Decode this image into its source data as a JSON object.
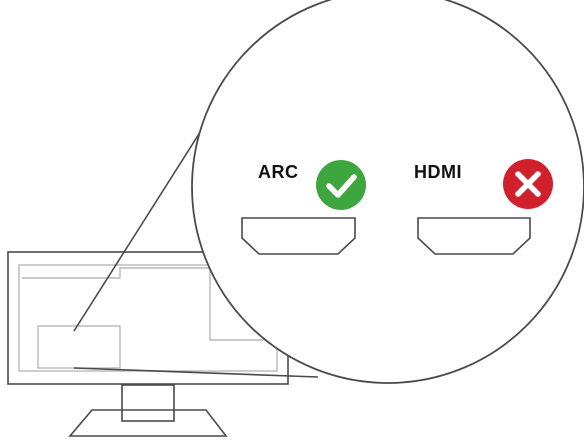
{
  "ports": [
    {
      "label": "ARC",
      "status": "supported",
      "status_icon": "check-icon",
      "status_color": "#3ea63e"
    },
    {
      "label": "HDMI",
      "status": "not-supported",
      "status_icon": "cross-icon",
      "status_color": "#d0202b"
    }
  ],
  "colors": {
    "outline": "#4a4a4a",
    "light_outline": "#b8b8b8",
    "background": "#ffffff"
  }
}
